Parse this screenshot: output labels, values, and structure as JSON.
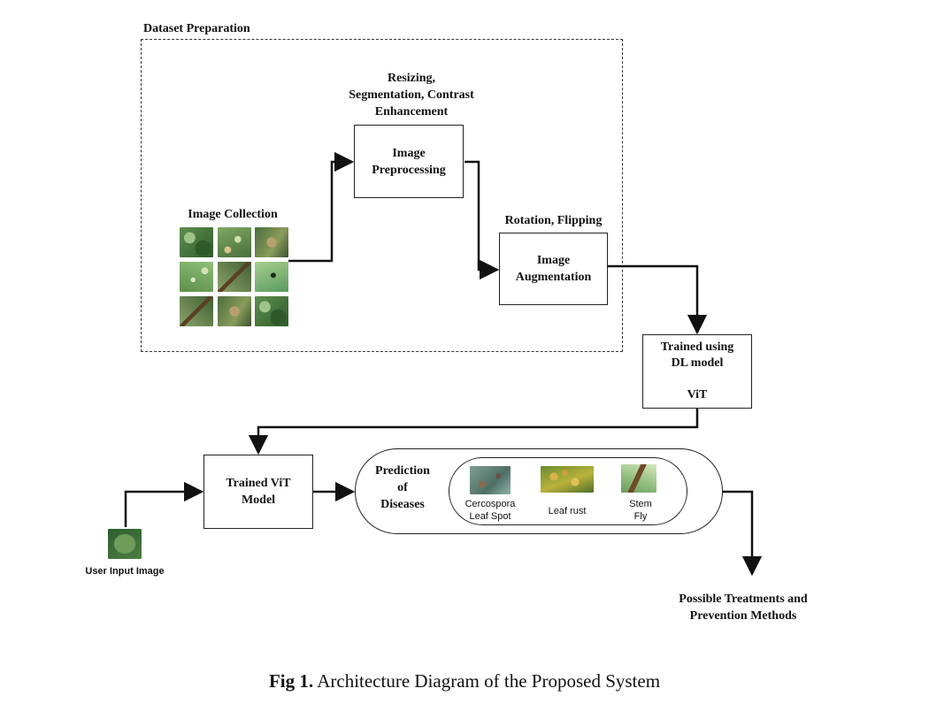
{
  "dataset_preparation": {
    "title": "Dataset Preparation",
    "image_collection_label": "Image Collection",
    "image_preprocessing": {
      "caption": "Resizing,\nSegmentation,  Contrast\nEnhancement",
      "label": "Image\nPreprocessing"
    },
    "image_augmentation": {
      "caption": "Rotation, Flipping",
      "label": "Image\nAugmentation"
    }
  },
  "trained_dl_model": {
    "label": "Trained using\nDL model\n\nViT"
  },
  "trained_vit_model": {
    "label": "Trained  ViT\nModel"
  },
  "user_input": {
    "label": "User Input Image"
  },
  "prediction": {
    "label": "Prediction\nof\nDiseases",
    "diseases": [
      {
        "name": "Cercospora\nLeaf Spot"
      },
      {
        "name": "Leaf rust"
      },
      {
        "name": "Stem\nFly"
      }
    ]
  },
  "output": {
    "label": "Possible Treatments and\nPrevention Methods"
  },
  "caption": {
    "prefix": "Fig 1.",
    "text": " Architecture Diagram of the Proposed System"
  }
}
